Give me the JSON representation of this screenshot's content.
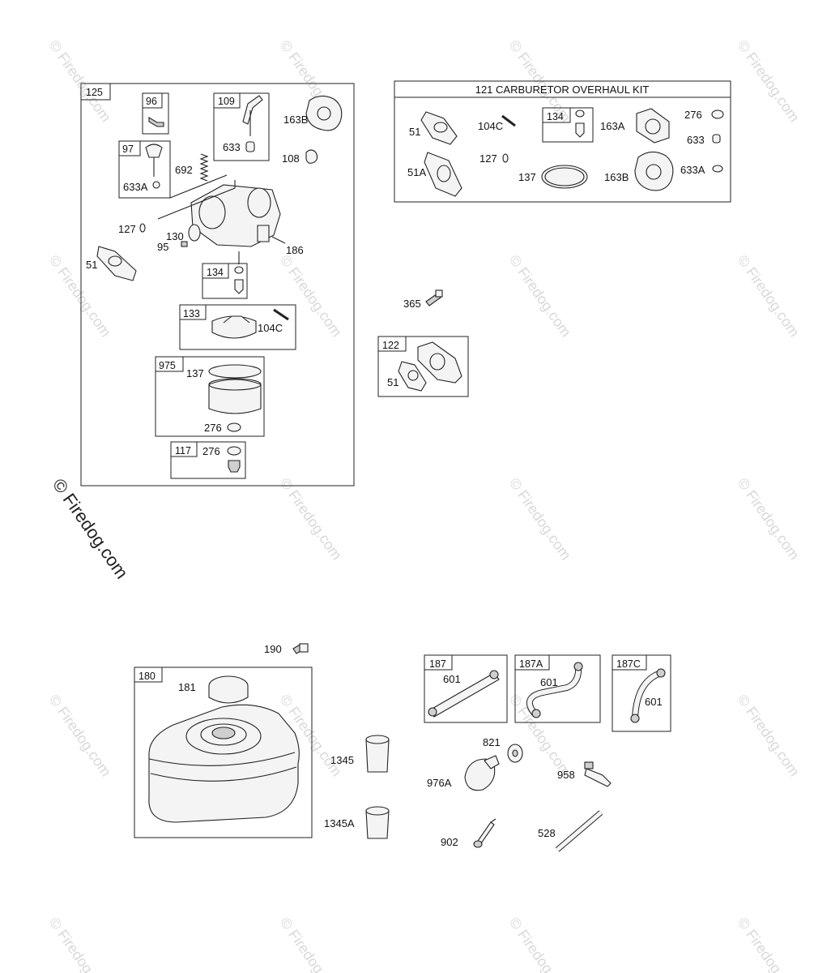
{
  "watermark": "© Firedog.com",
  "kit_title": "121 CARBURETOR OVERHAUL KIT",
  "boxes": {
    "b125": "125",
    "b96": "96",
    "b109": "109",
    "b97": "97",
    "b134": "134",
    "b133": "133",
    "b975": "975",
    "b117": "117",
    "b122": "122",
    "b134k": "134",
    "b180": "180",
    "b187": "187",
    "b187a": "187A",
    "b187c": "187C"
  },
  "labels": {
    "l163b": "163B",
    "l108": "108",
    "l692": "692",
    "l633": "633",
    "l633a": "633A",
    "l127": "127",
    "l130": "130",
    "l95": "95",
    "l51": "51",
    "l186": "186",
    "l104c": "104C",
    "l137": "137",
    "l276a": "276",
    "l276b": "276",
    "k51": "51",
    "k51a": "51A",
    "k104c": "104C",
    "k127": "127",
    "k137": "137",
    "k163a": "163A",
    "k163b": "163B",
    "k276": "276",
    "k633": "633",
    "k633a": "633A",
    "l365": "365",
    "l51b": "51",
    "l190": "190",
    "l181": "181",
    "l1345": "1345",
    "l1345a": "1345A",
    "l601a": "601",
    "l601b": "601",
    "l601c": "601",
    "l821": "821",
    "l976a": "976A",
    "l958": "958",
    "l902": "902",
    "l528": "528"
  }
}
